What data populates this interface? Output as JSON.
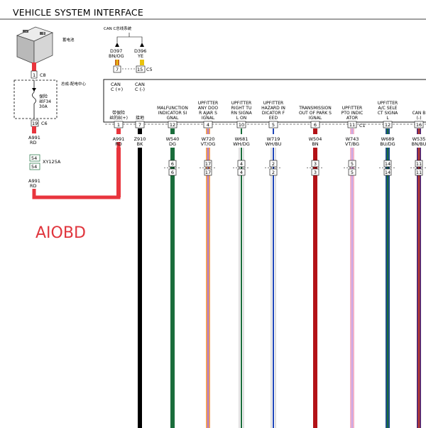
{
  "header": {
    "title": "VEHICLE SYSTEM INTERFACE"
  },
  "battery": {
    "label": "蓄电池"
  },
  "can_bus": {
    "title": "CAN C总线系统",
    "wire_hi": {
      "circuit": "D397",
      "color_code": "BN/OG",
      "pin": "7",
      "signal": [
        "CAN",
        "C (+)"
      ]
    },
    "wire_lo": {
      "circuit": "D396",
      "color_code": "YE",
      "pin": "15",
      "signal": [
        "CAN",
        "C (-)"
      ]
    },
    "connector": "C5",
    "main_colors": [
      "#e8c20c",
      "#c96a1d"
    ]
  },
  "fuse_box": {
    "label": "总成-配电中心",
    "top_pin": "1",
    "top_connector": "C8",
    "fuse_lines": [
      "保险",
      "丝F34",
      "30A"
    ],
    "bottom_pin": "19",
    "bottom_connector": "C6"
  },
  "feed": {
    "circuit": "A991",
    "color_code": "RD",
    "splice_pin_top": "54",
    "splice_pin_bottom": "54",
    "splice_name": "XY125A",
    "circuit_after": "A991",
    "color_after": "RD",
    "wire_color": "#e8353d"
  },
  "watermark": "AIOBD",
  "module": {
    "connector": "C1",
    "pins": [
      {
        "label": [
          "带保险",
          "丝的B(+)"
        ],
        "pin": "1",
        "circuit": "A991",
        "color_code": "RD",
        "pin2": "",
        "pin3": "",
        "wire": [
          "#e8353d"
        ]
      },
      {
        "label": [
          "接地"
        ],
        "pin": "7",
        "circuit": "Z910",
        "color_code": "BK",
        "pin2": "",
        "pin3": "",
        "wire": [
          "#000000"
        ]
      },
      {
        "label": [
          "MALFUNCTION",
          "INDICATOR SI",
          "GNAL"
        ],
        "pin": "12",
        "circuit": "W540",
        "color_code": "DG",
        "pin2": "6",
        "pin3": "6",
        "wire": [
          "#1a6d3b"
        ]
      },
      {
        "label": [
          "UPFITTER",
          "ANY DOO",
          "R AJAR S",
          "IGNAL"
        ],
        "pin": "4",
        "circuit": "W720",
        "color_code": "VT/OG",
        "pin2": "17",
        "pin3": "17",
        "wire": [
          "#f2a25a",
          "#b07ac8"
        ]
      },
      {
        "label": [
          "UPFITTER",
          "RIGHT TU",
          "RN SIGNA",
          "L ON"
        ],
        "pin": "10",
        "circuit": "W681",
        "color_code": "WH/DG",
        "pin2": "4",
        "pin3": "4",
        "wire": [
          "#ffffff",
          "#1a6d3b"
        ]
      },
      {
        "label": [
          "UPFITTER",
          "HAZARD IN",
          "DICATOR F",
          "EED"
        ],
        "pin": "5",
        "circuit": "W719",
        "color_code": "WH/BU",
        "pin2": "2",
        "pin3": "2",
        "wire": [
          "#ffffff",
          "#2046b8"
        ]
      },
      {
        "label": [
          "TRANSMISSION",
          "OUT OF PARK S",
          "IGNAL"
        ],
        "pin": "6",
        "circuit": "W504",
        "color_code": "BN",
        "pin2": "3",
        "pin3": "3",
        "wire": [
          "#b31217"
        ]
      },
      {
        "label": [
          "UPFITTER",
          "PTO INDIC",
          "ATOR"
        ],
        "pin": "11",
        "circuit": "W743",
        "color_code": "VT/BG",
        "pin2": "5",
        "pin3": "5",
        "wire": [
          "#f3b3c8",
          "#c9a7e6"
        ]
      },
      {
        "label": [
          "UPFITTER",
          "A/C SELE",
          "CT SIGNA",
          "L"
        ],
        "pin": "12",
        "circuit": "W689",
        "color_code": "BU/DG",
        "pin2": "14",
        "pin3": "14",
        "wire": [
          "#1f4f8a",
          "#1a6d3b"
        ]
      },
      {
        "label": [
          "CAN B",
          "(-)"
        ],
        "pin": "16",
        "circuit": "W535",
        "color_code": "BN/BU",
        "pin2": "11",
        "pin3": "11",
        "wire": [
          "#5b2a6e",
          "#c0392b"
        ]
      }
    ]
  }
}
